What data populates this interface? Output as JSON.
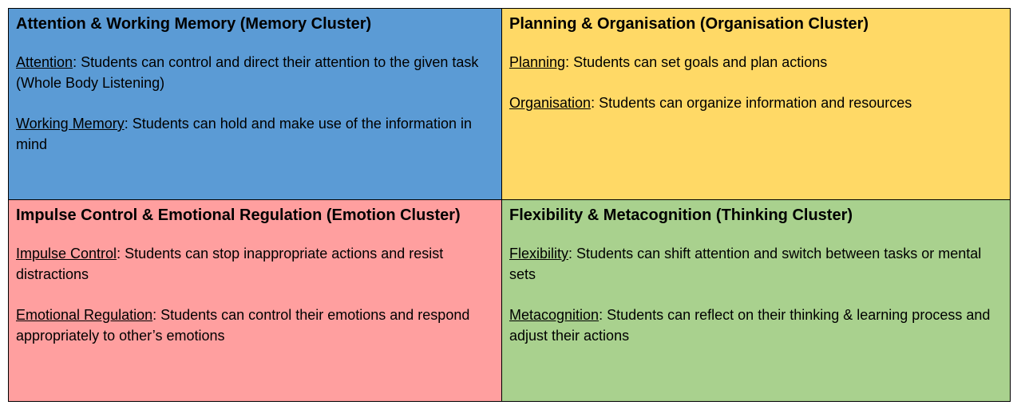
{
  "clusters": [
    {
      "title": "Attention & Working Memory (Memory Cluster)",
      "color": "#5b9bd5",
      "items": [
        {
          "term": "Attention",
          "description": ": Students can control and direct their attention to the given task (Whole Body Listening)"
        },
        {
          "term": "Working Memory",
          "description": ": Students can hold and make use of the information in mind"
        }
      ]
    },
    {
      "title": "Planning & Organisation (Organisation Cluster)",
      "color": "#ffd966",
      "items": [
        {
          "term": "Planning",
          "description": ": Students can set goals and plan actions"
        },
        {
          "term": "Organisation",
          "description": ": Students can organize information and resources"
        }
      ]
    },
    {
      "title": "Impulse Control & Emotional Regulation (Emotion Cluster)",
      "color": "#ff9f9f",
      "items": [
        {
          "term": "Impulse Control",
          "description": ": Students can stop inappropriate actions and resist distractions"
        },
        {
          "term": "Emotional Regulation",
          "description": ": Students can control their emotions and respond appropriately to other’s emotions"
        }
      ]
    },
    {
      "title": "Flexibility & Metacognition (Thinking Cluster)",
      "color": "#a9d18e",
      "items": [
        {
          "term": "Flexibility",
          "description": ": Students can shift attention and switch between tasks or mental sets"
        },
        {
          "term": "Metacognition",
          "description": ": Students can reflect on their thinking & learning process and adjust their actions"
        }
      ]
    }
  ]
}
